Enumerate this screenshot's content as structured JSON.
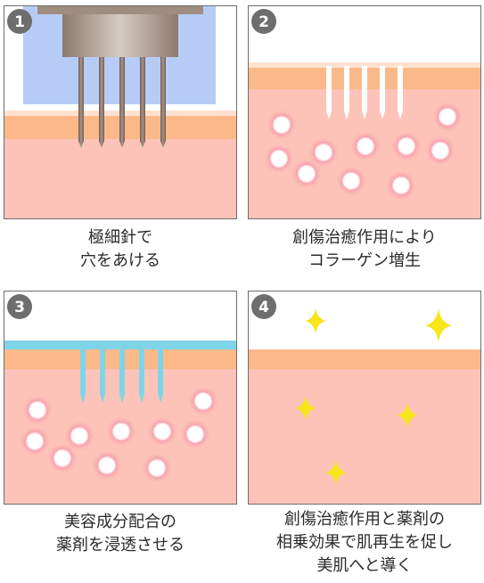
{
  "steps": [
    {
      "number": "1",
      "caption": [
        "極細針で",
        "穴をあける"
      ]
    },
    {
      "number": "2",
      "caption": [
        "創傷治癒作用により",
        "コラーゲン増生"
      ]
    },
    {
      "number": "3",
      "caption": [
        "美容成分配合の",
        "薬剤を浸透させる"
      ]
    },
    {
      "number": "4",
      "caption": [
        "創傷治癒作用と薬剤の",
        "相乗効果で肌再生を促し",
        "美肌へと導く"
      ]
    }
  ],
  "colors": {
    "skin": "#fdc3b8",
    "epidermis": "#fbb98a",
    "border": "#6e6e6e",
    "needle": "#8a7364",
    "serum": "#7fd5e8",
    "glow": "#f06e82",
    "sparkle": "#f6e61a",
    "device_screen": "#b6ccf6"
  }
}
